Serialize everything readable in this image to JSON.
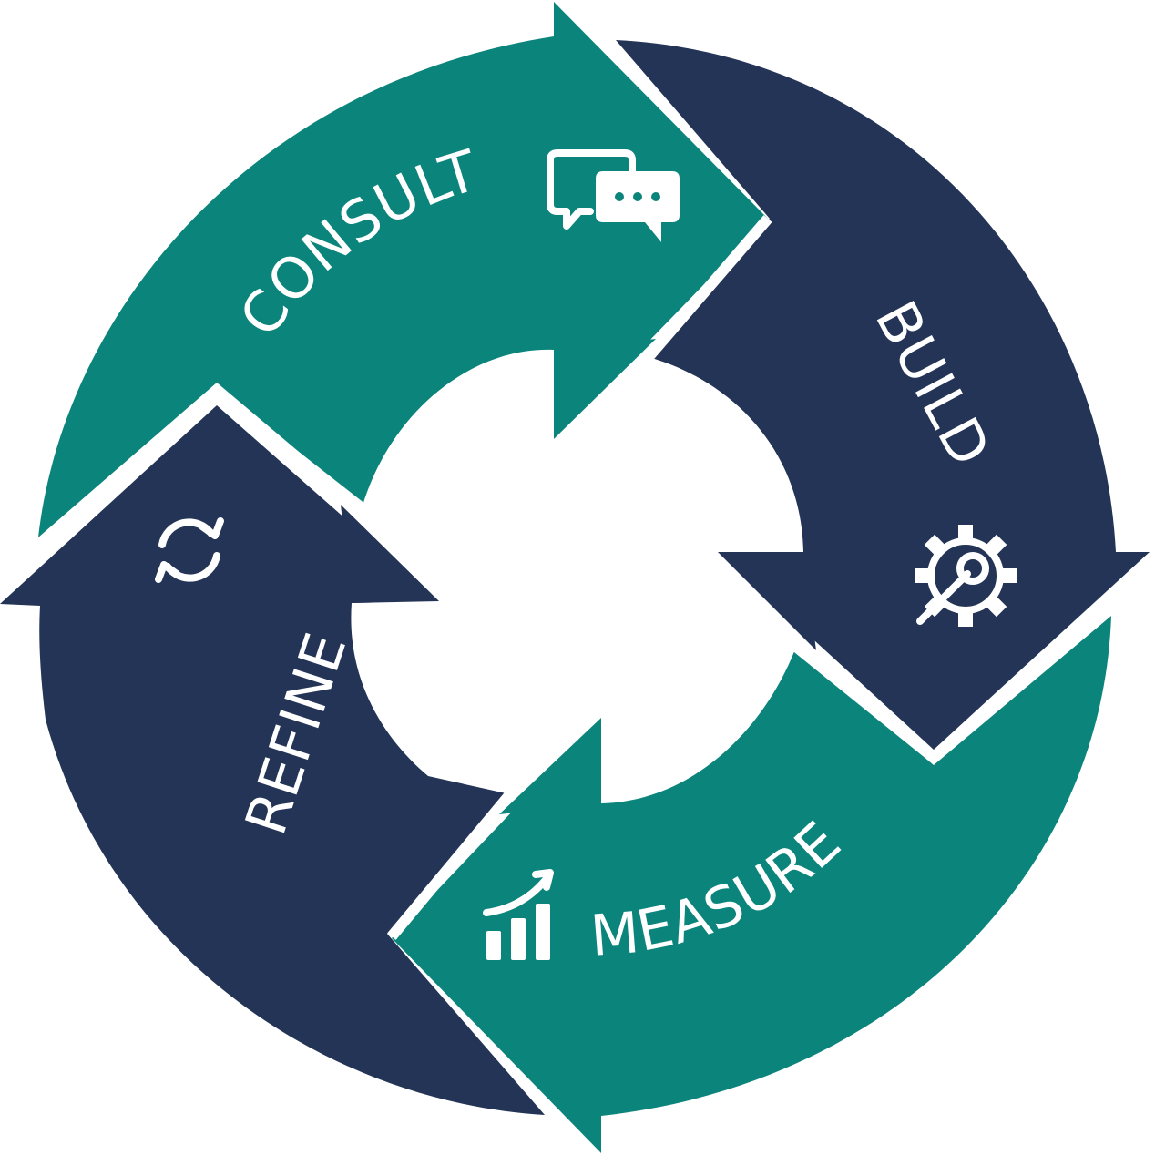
{
  "diagram": {
    "type": "cycle",
    "colors": {
      "teal": "#0b857b",
      "navy": "#233456",
      "background": "#ffffff"
    },
    "steps": [
      {
        "label": "CONSULT",
        "icon": "chat-bubbles-icon",
        "color": "teal"
      },
      {
        "label": "BUILD",
        "icon": "gear-wrench-icon",
        "color": "navy"
      },
      {
        "label": "MEASURE",
        "icon": "growth-bar-chart-icon",
        "color": "teal"
      },
      {
        "label": "REFINE",
        "icon": "refresh-arrows-icon",
        "color": "navy"
      }
    ]
  }
}
